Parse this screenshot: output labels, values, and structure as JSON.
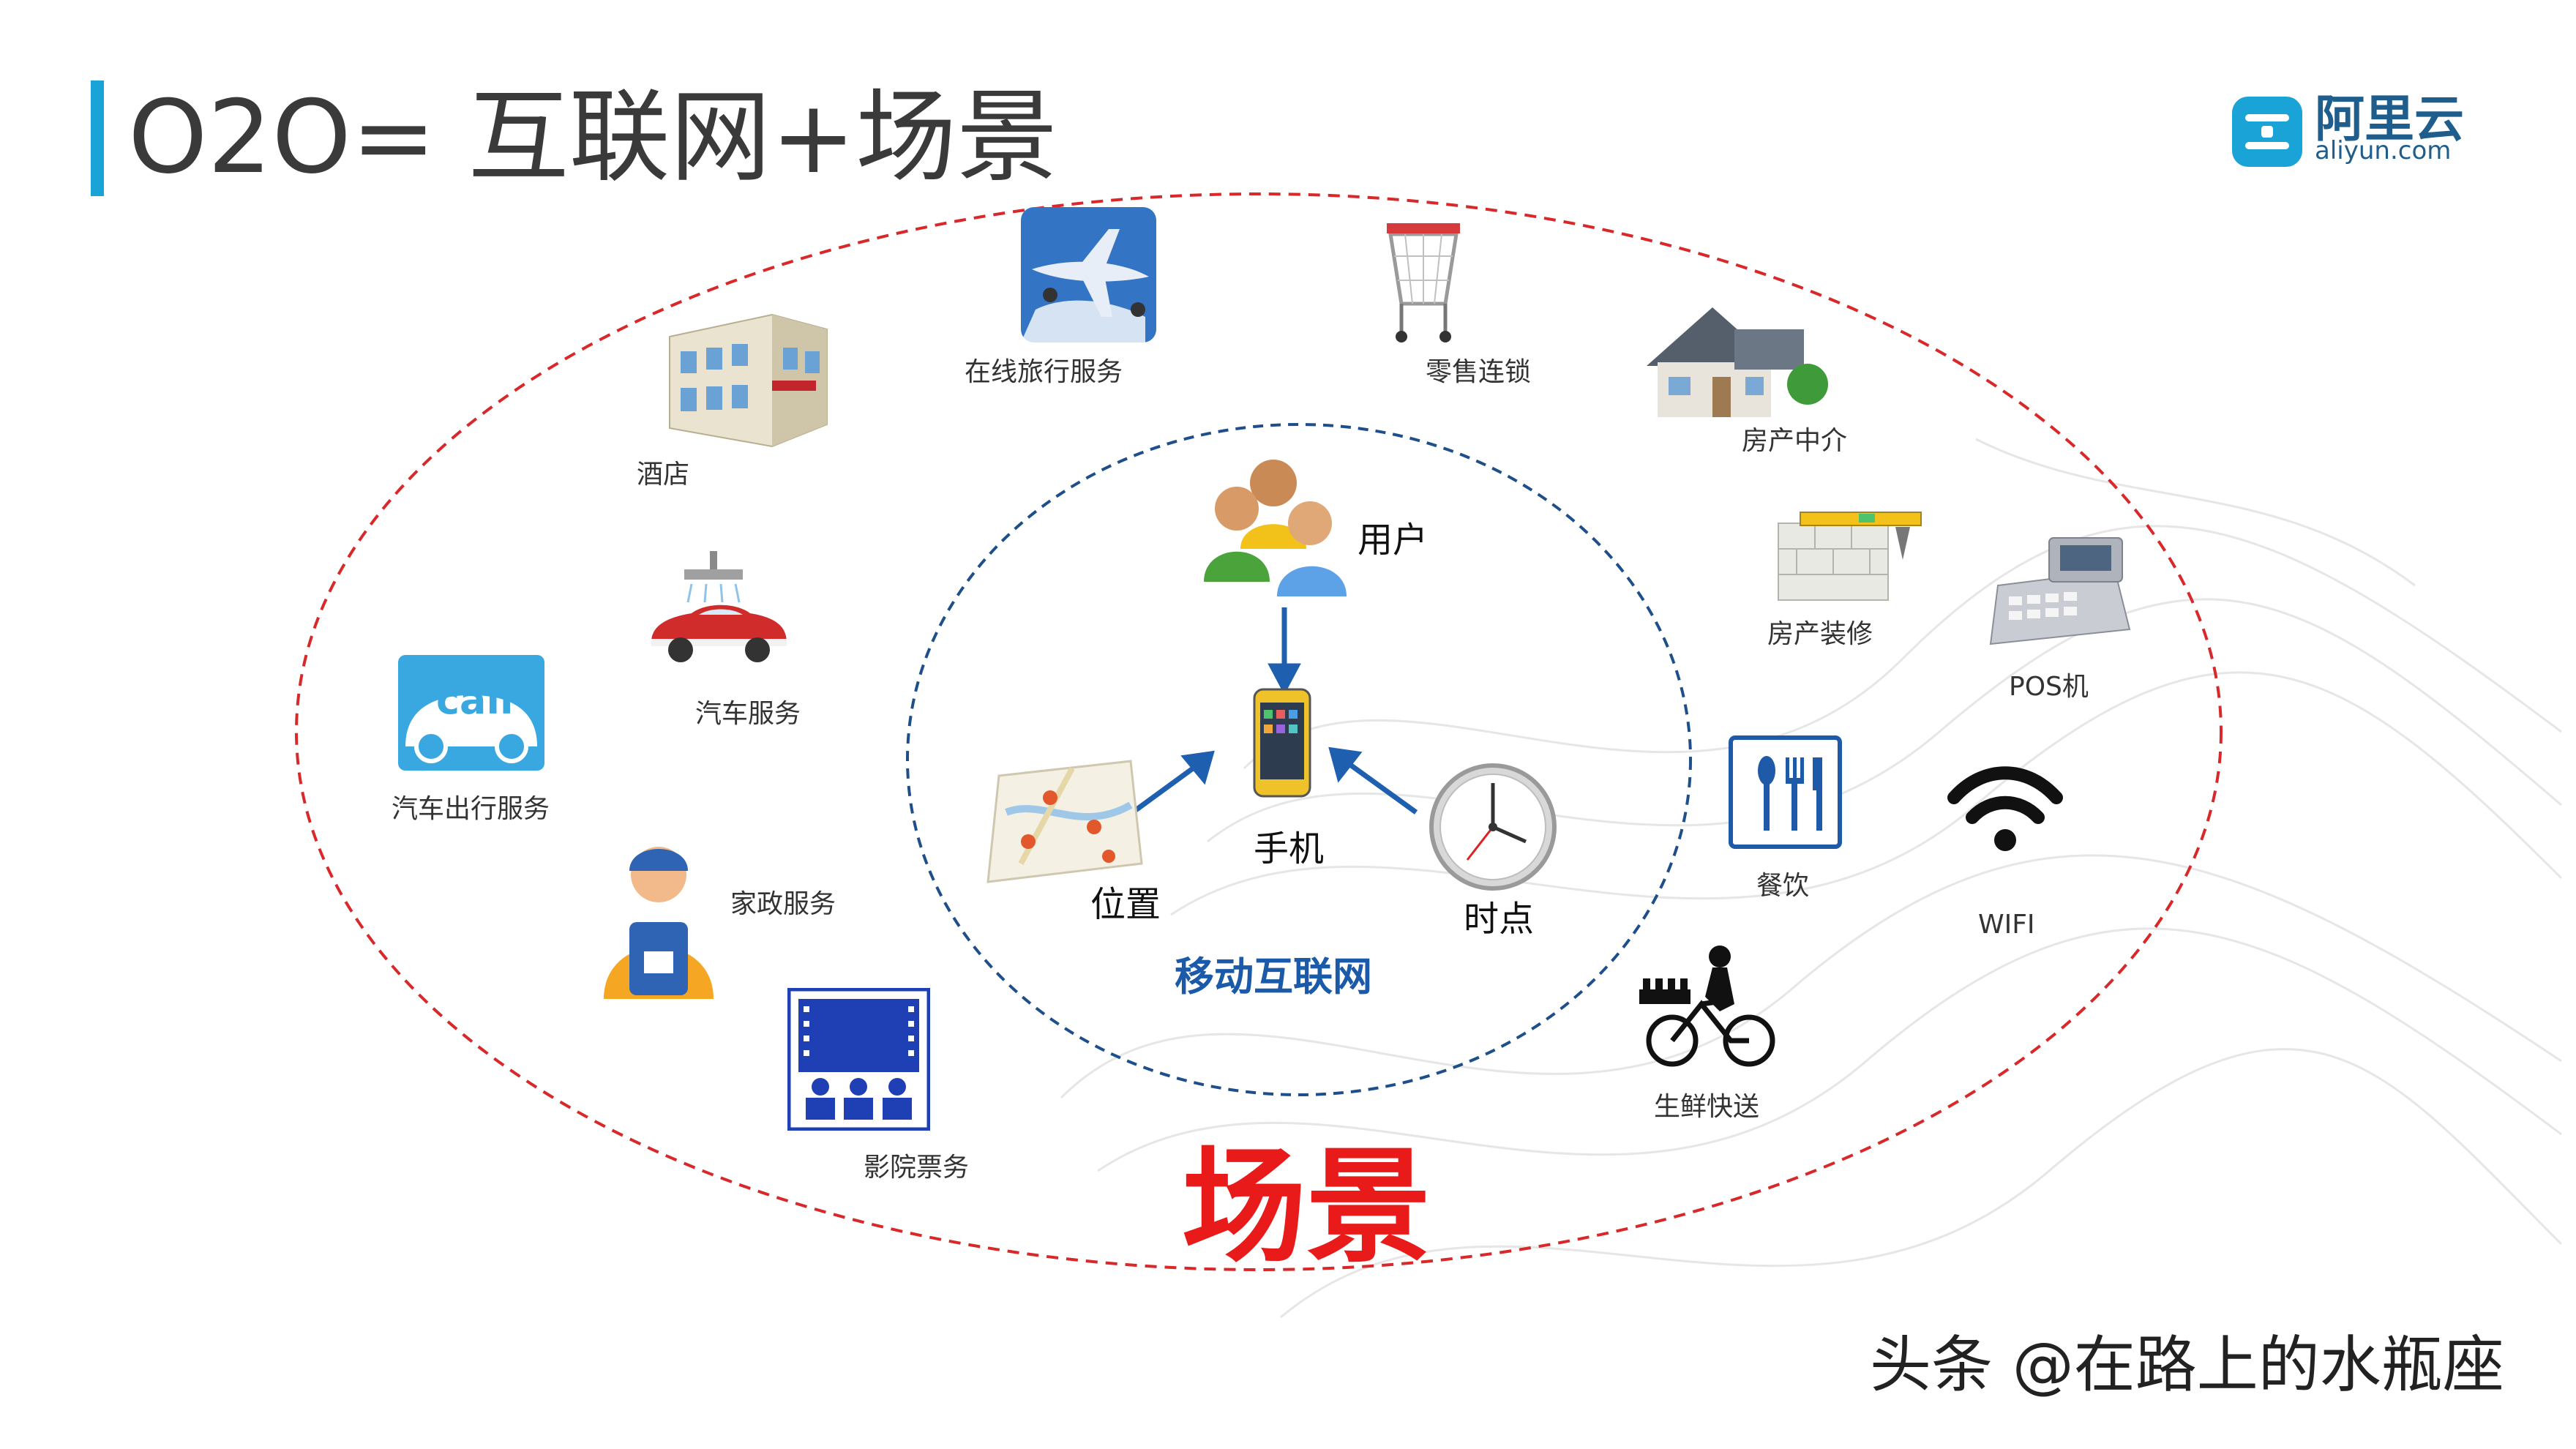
{
  "title": "O2O= 互联网+场景",
  "logo": {
    "name": "阿里云",
    "domain": "aliyun.com"
  },
  "inner": {
    "user": "用户",
    "phone": "手机",
    "location": "位置",
    "time": "时点",
    "network": "移动互联网"
  },
  "scenes": {
    "hotel": "酒店",
    "travel": "在线旅行服务",
    "retail": "零售连锁",
    "realestate": "房产中介",
    "renovation": "房产装修",
    "pos": "POS机",
    "car_service": "汽车服务",
    "car_travel": "汽车出行服务",
    "housekeeping": "家政服务",
    "cinema": "影院票务",
    "dining": "餐饮",
    "wifi": "WIFI",
    "fresh": "生鲜快送"
  },
  "call_text": "call",
  "scene_label": "场景",
  "watermark": "头条 @在路上的水瓶座",
  "colors": {
    "accent": "#1aa3d6",
    "red_dash": "#d8282a",
    "blue_dash": "#1f4f8a",
    "scene_red": "#e81a1a",
    "network_blue": "#1a5aa8"
  }
}
